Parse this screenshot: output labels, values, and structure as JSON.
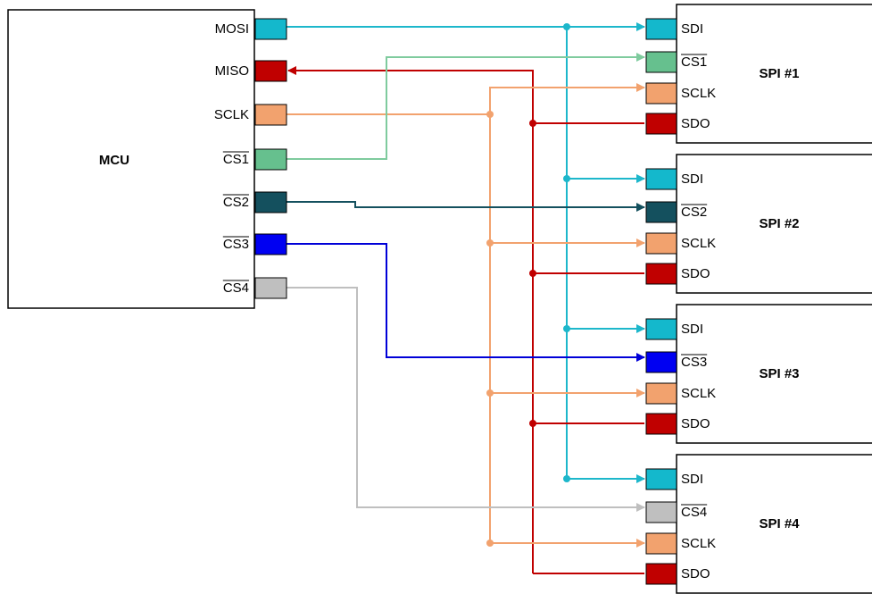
{
  "mcu": {
    "label": "MCU",
    "pins": [
      {
        "label": "MOSI",
        "overline": false,
        "color": "#14B8CC",
        "signal": "mosi"
      },
      {
        "label": "MISO",
        "overline": false,
        "color": "#C00000",
        "signal": "miso"
      },
      {
        "label": "SCLK",
        "overline": false,
        "color": "#F2A26E",
        "signal": "sclk"
      },
      {
        "label": "CS1",
        "overline": true,
        "color": "#66C08E",
        "signal": "cs1"
      },
      {
        "label": "CS2",
        "overline": true,
        "color": "#14505E",
        "signal": "cs2"
      },
      {
        "label": "CS3",
        "overline": true,
        "color": "#0000F2",
        "signal": "cs3"
      },
      {
        "label": "CS4",
        "overline": true,
        "color": "#BFBFBF",
        "signal": "cs4"
      }
    ]
  },
  "slaves": [
    {
      "label": "SPI #1",
      "cs_label": "CS1",
      "cs_signal": "cs1"
    },
    {
      "label": "SPI #2",
      "cs_label": "CS2",
      "cs_signal": "cs2"
    },
    {
      "label": "SPI #3",
      "cs_label": "CS3",
      "cs_signal": "cs3"
    },
    {
      "label": "SPI #4",
      "cs_label": "CS4",
      "cs_signal": "cs4"
    }
  ],
  "slave_pin_labels": {
    "sdi": "SDI",
    "sclk": "SCLK",
    "sdo": "SDO"
  },
  "signal_colors": {
    "mosi": "#14B8CC",
    "miso": "#C00000",
    "sclk": "#F2A26E",
    "cs1": "#66C08E",
    "cs2": "#14505E",
    "cs3": "#0000F2",
    "cs4": "#BFBFBF"
  },
  "wire_colors": {
    "mosi": "#1DB7CB",
    "miso": "#C00000",
    "sclk": "#F2A26E",
    "cs1": "#7FCB9E",
    "cs2": "#14505E",
    "cs3": "#0000D8",
    "cs4": "#BFBFBF"
  }
}
